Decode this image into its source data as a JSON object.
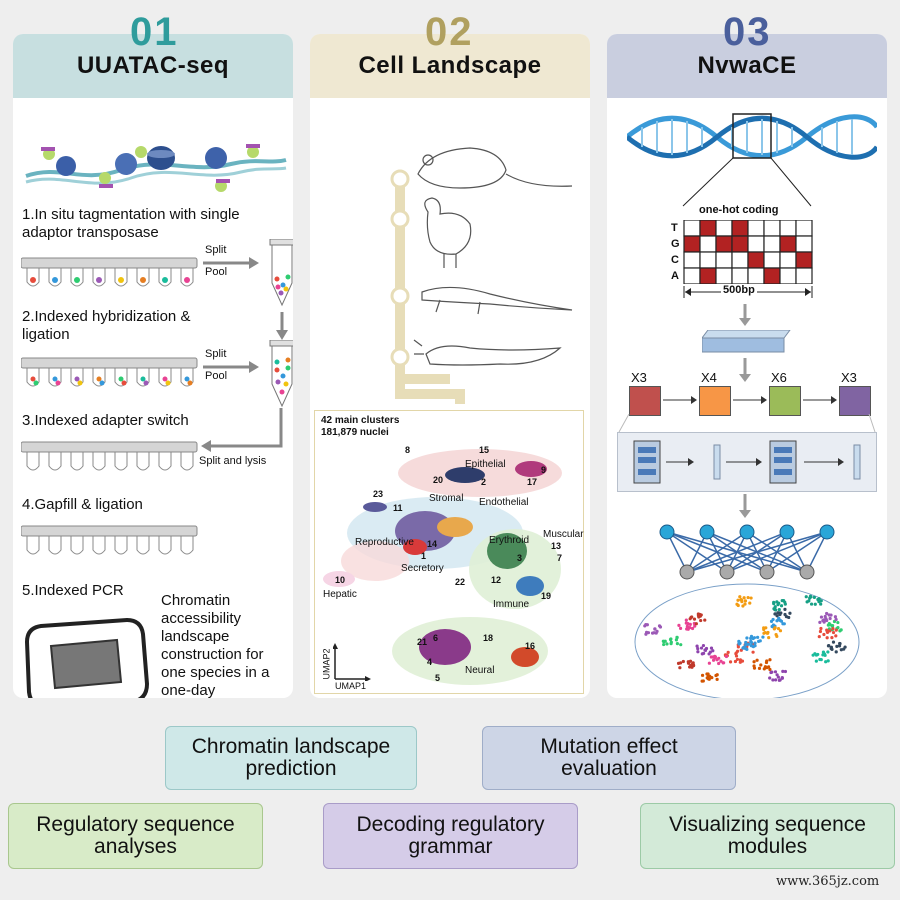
{
  "panels": [
    {
      "number": "01",
      "title": "UUATAC-seq",
      "number_color": "#2f9c9c",
      "head_color": "#c7dfe0"
    },
    {
      "number": "02",
      "title": "Cell Landscape",
      "number_color": "#b0a060",
      "head_color": "#efe8d2"
    },
    {
      "number": "03",
      "title": "NvwaCE",
      "number_color": "#4a5f9c",
      "head_color": "#c9cedf"
    }
  ],
  "protocol": {
    "step1": "1.In situ tagmentation with single adaptor transposase",
    "step2": "2.Indexed hybridization & ligation",
    "step3": "3.Indexed adapter switch",
    "step4": "4.Gapfill & ligation",
    "step5": "5.Indexed PCR",
    "split": "Split",
    "pool": "Pool",
    "split_lysis": "Split and lysis",
    "summary": "Chromatin accessibility landscape construction for one species in a one-day experiment"
  },
  "landscape": {
    "header_line1": "42 main clusters",
    "header_line2": "181,879 nuclei",
    "groups": [
      "Epithelial",
      "Stromal",
      "Endothelial",
      "Reproductive",
      "Secretory",
      "Erythroid",
      "Muscular",
      "Hepatic",
      "Immune",
      "Neural"
    ],
    "cluster_numbers": [
      "8",
      "15",
      "9",
      "20",
      "2",
      "17",
      "23",
      "11",
      "14",
      "1",
      "3",
      "13",
      "7",
      "22",
      "12",
      "19",
      "10",
      "21",
      "6",
      "18",
      "16",
      "4",
      "5"
    ],
    "umap_x": "UMAP1",
    "umap_y": "UMAP2"
  },
  "model": {
    "coding_label": "one-hot coding",
    "bases": [
      "T",
      "G",
      "C",
      "A"
    ],
    "length_label": "500bp",
    "blocks": [
      "X3",
      "X4",
      "X6",
      "X3"
    ],
    "block_colors": [
      "#c0504d",
      "#f79646",
      "#9bbb59",
      "#8064a2"
    ]
  },
  "applications": [
    {
      "label": "Chromatin landscape prediction",
      "color": "#cfe8e8"
    },
    {
      "label": "Mutation effect evaluation",
      "color": "#cdd5e6"
    },
    {
      "label": "Regulatory sequence analyses",
      "color": "#d8ebc8"
    },
    {
      "label": "Decoding regulatory grammar",
      "color": "#d5cce8"
    },
    {
      "label": "Visualizing sequence modules",
      "color": "#d3ead8"
    }
  ],
  "watermark": "www.365jz.com"
}
